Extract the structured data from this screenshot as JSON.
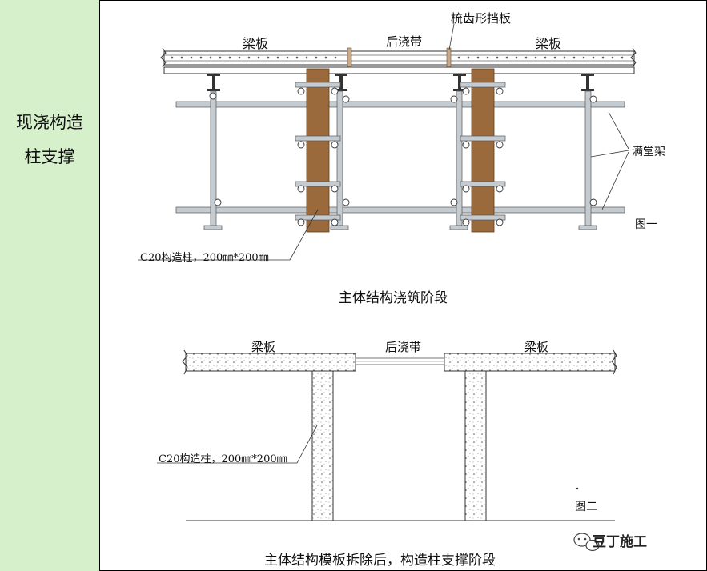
{
  "left_panel": {
    "title_line1": "现浇构造",
    "title_line2": "柱支撑",
    "background": "#d7f0cc"
  },
  "figure1": {
    "slab_left": "梁板",
    "slab_right": "梁板",
    "post_pour": "后浇带",
    "comb_board": "梳齿形挡板",
    "scaffold": "满堂架",
    "column_note": "C20构造柱，200㎜*200㎜",
    "fig_no": "图一",
    "caption": "主体结构浇筑阶段",
    "column_color": "#9a6a3c",
    "pipe_color": "#c5ccd1"
  },
  "figure2": {
    "slab_left": "梁板",
    "slab_right": "梁板",
    "post_pour": "后浇带",
    "column_note": "C20构造柱，200㎜*200㎜",
    "fig_no": "图二",
    "caption": "主体结构模板拆除后，构造柱支撑阶段"
  },
  "watermark": {
    "text": "豆丁施工",
    "icon": "wechat-icon"
  }
}
